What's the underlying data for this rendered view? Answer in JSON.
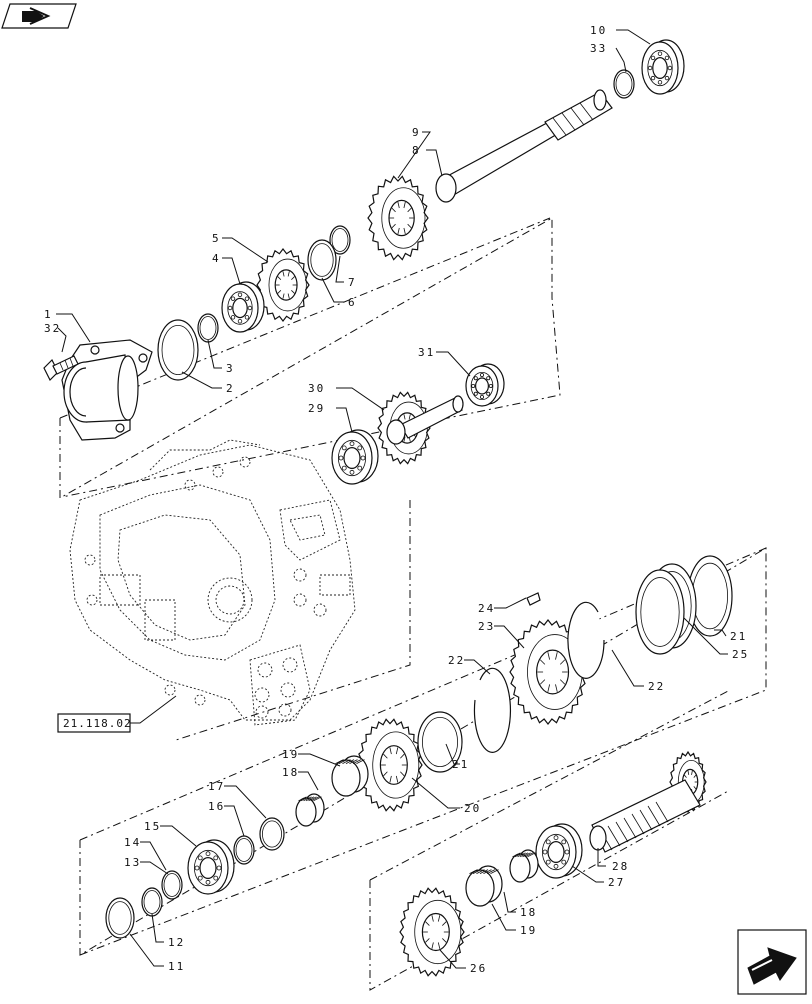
{
  "reference_label": "21.118.02",
  "callouts": [
    {
      "n": "1"
    },
    {
      "n": "2"
    },
    {
      "n": "3"
    },
    {
      "n": "4"
    },
    {
      "n": "5"
    },
    {
      "n": "6"
    },
    {
      "n": "7"
    },
    {
      "n": "8"
    },
    {
      "n": "9"
    },
    {
      "n": "10"
    },
    {
      "n": "11"
    },
    {
      "n": "12"
    },
    {
      "n": "13"
    },
    {
      "n": "14"
    },
    {
      "n": "15"
    },
    {
      "n": "16"
    },
    {
      "n": "17"
    },
    {
      "n": "18"
    },
    {
      "n": "19"
    },
    {
      "n": "20"
    },
    {
      "n": "21"
    },
    {
      "n": "22"
    },
    {
      "n": "23"
    },
    {
      "n": "24"
    },
    {
      "n": "25"
    },
    {
      "n": "26"
    },
    {
      "n": "27"
    },
    {
      "n": "28"
    },
    {
      "n": "29"
    },
    {
      "n": "30"
    },
    {
      "n": "31"
    },
    {
      "n": "32"
    },
    {
      "n": "33"
    },
    {
      "n": "18"
    },
    {
      "n": "19"
    },
    {
      "n": "21"
    },
    {
      "n": "22"
    }
  ],
  "icons": {
    "top_left": "prev-arrow-icon",
    "bottom_right": "next-arrow-icon"
  }
}
